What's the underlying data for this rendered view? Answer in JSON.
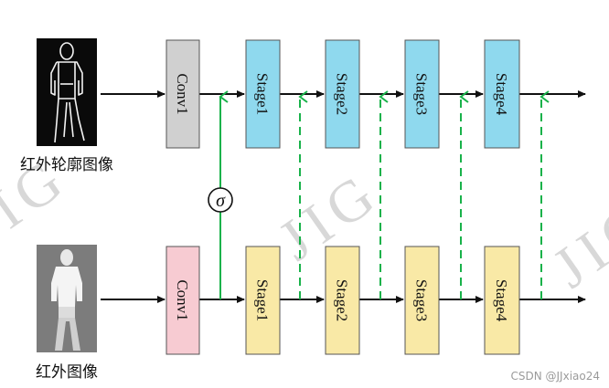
{
  "colors": {
    "conv_top": "#d0d0d0",
    "conv_bottom": "#f7cbd2",
    "stage_top": "#8fd9ee",
    "stage_bottom": "#f9e9a6",
    "green": "#19b24a",
    "black": "#111111",
    "watermark": "#d8d8d8"
  },
  "top_row": {
    "caption": "红外轮廓图像",
    "conv": "Conv1",
    "stages": [
      "Stage1",
      "Stage2",
      "Stage3",
      "Stage4"
    ]
  },
  "bottom_row": {
    "caption": "红外图像",
    "conv": "Conv1",
    "stages": [
      "Stage1",
      "Stage2",
      "Stage3",
      "Stage4"
    ]
  },
  "fusion_symbol": "σ",
  "watermark": "JIG",
  "credit": "CSDN @JJxiao24"
}
